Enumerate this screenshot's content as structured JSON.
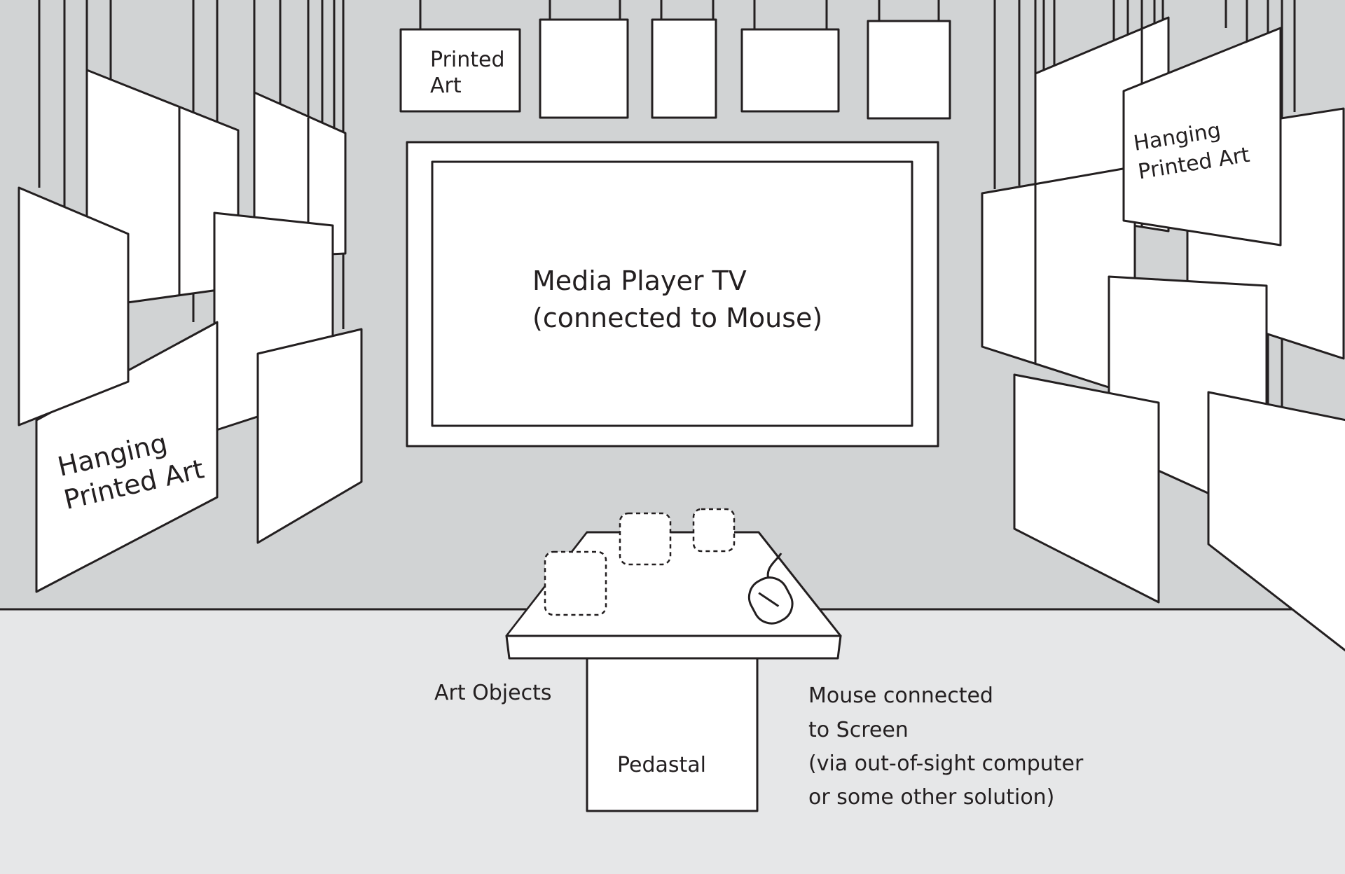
{
  "labels": {
    "printed_art": [
      "Printed",
      "Art"
    ],
    "hanging_left": [
      "Hanging",
      "Printed Art"
    ],
    "hanging_right": [
      "Hanging",
      "Printed Art"
    ],
    "tv": [
      "Media Player TV",
      "(connected to Mouse)"
    ],
    "art_objects": "Art Objects",
    "pedestal": "Pedastal",
    "mouse_note": [
      "Mouse connected",
      "to Screen",
      "(via out-of-sight computer",
      "or some other solution)"
    ]
  },
  "colors": {
    "wall": "#d1d3d4",
    "floor": "#e6e7e8",
    "outline": "#231f20",
    "panel": "#ffffff"
  }
}
